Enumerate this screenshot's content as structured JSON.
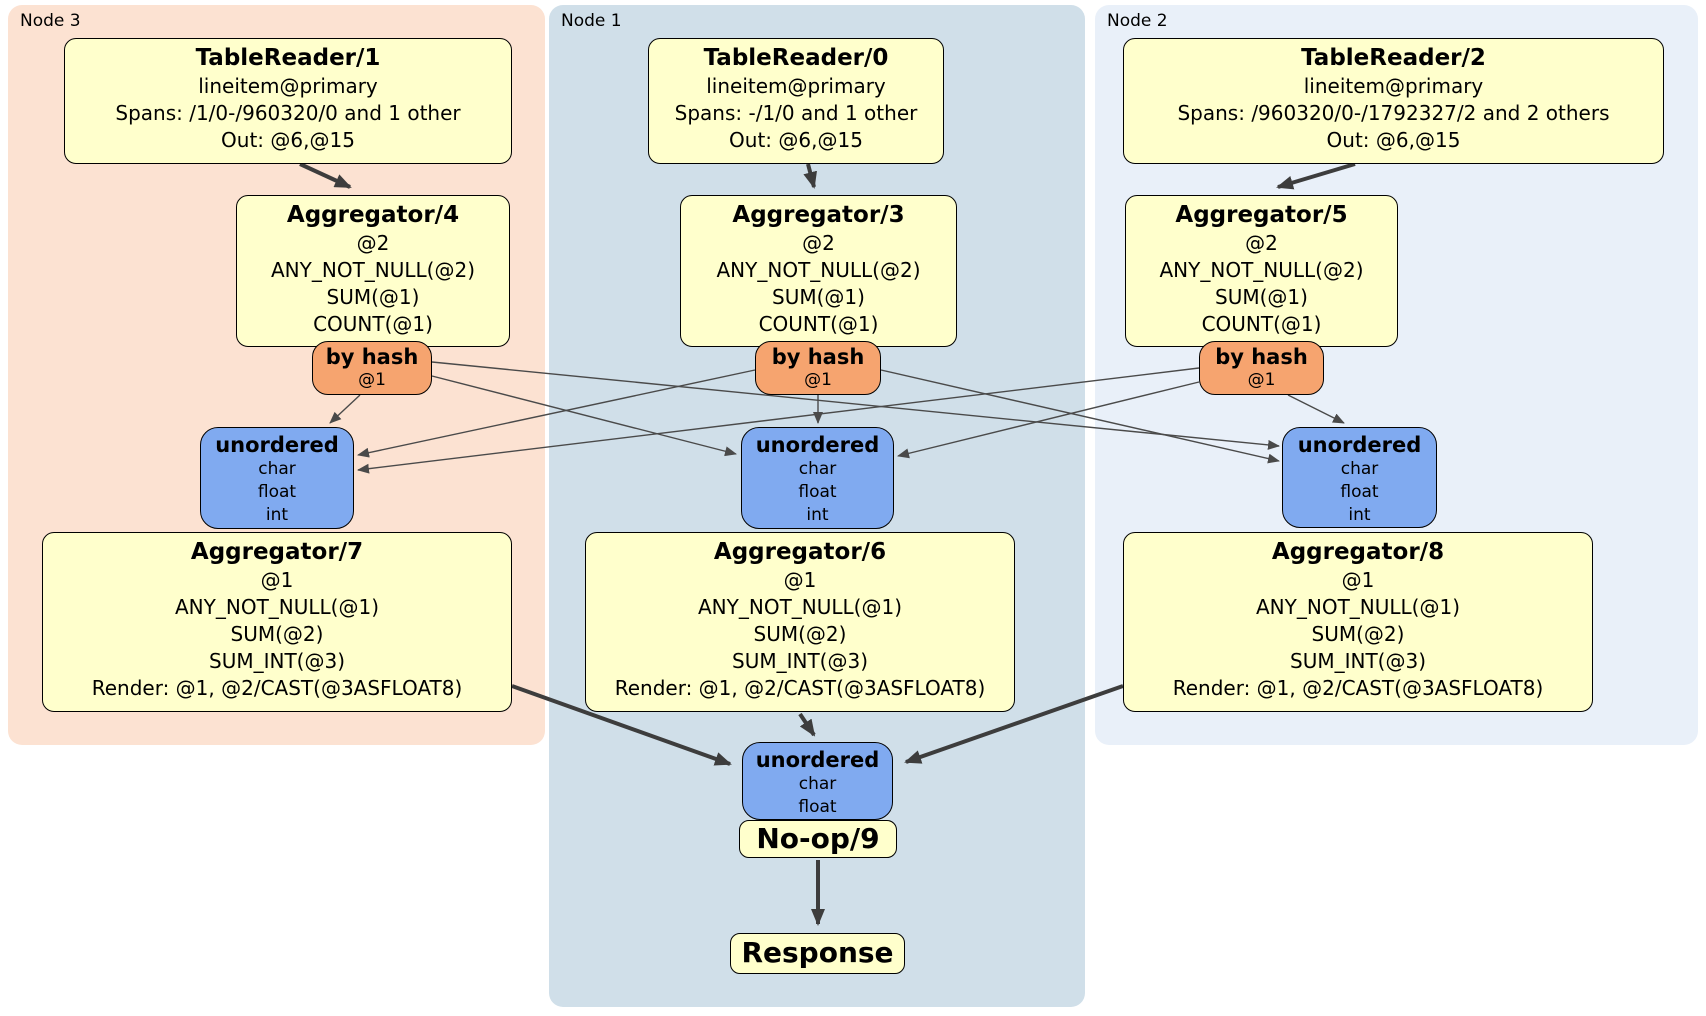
{
  "clusters": {
    "node3": {
      "label": "Node 3",
      "bg": "#fce2d2"
    },
    "node1": {
      "label": "Node 1",
      "bg": "#d0dfe9"
    },
    "node2": {
      "label": "Node 2",
      "bg": "#e9f0f9"
    }
  },
  "colors": {
    "processor_fill": "#ffffcc",
    "router_fill": "#f6a46f",
    "sync_fill": "#80aaf0",
    "edge": "#4a4a4a",
    "border": "#000000"
  },
  "processors": {
    "tr1": {
      "title": "TableReader/1",
      "lines": [
        "lineitem@primary",
        "Spans: /1/0-/960320/0 and 1 other",
        "Out: @6,@15"
      ]
    },
    "tr0": {
      "title": "TableReader/0",
      "lines": [
        "lineitem@primary",
        "Spans: -/1/0 and 1 other",
        "Out: @6,@15"
      ]
    },
    "tr2": {
      "title": "TableReader/2",
      "lines": [
        "lineitem@primary",
        "Spans: /960320/0-/1792327/2 and 2 others",
        "Out: @6,@15"
      ]
    },
    "agg4": {
      "title": "Aggregator/4",
      "lines": [
        "@2",
        "ANY_NOT_NULL(@2)",
        "SUM(@1)",
        "COUNT(@1)"
      ]
    },
    "agg3": {
      "title": "Aggregator/3",
      "lines": [
        "@2",
        "ANY_NOT_NULL(@2)",
        "SUM(@1)",
        "COUNT(@1)"
      ]
    },
    "agg5": {
      "title": "Aggregator/5",
      "lines": [
        "@2",
        "ANY_NOT_NULL(@2)",
        "SUM(@1)",
        "COUNT(@1)"
      ]
    },
    "agg7": {
      "title": "Aggregator/7",
      "lines": [
        "@1",
        "ANY_NOT_NULL(@1)",
        "SUM(@2)",
        "SUM_INT(@3)",
        "Render: @1, @2/CAST(@3ASFLOAT8)"
      ]
    },
    "agg6": {
      "title": "Aggregator/6",
      "lines": [
        "@1",
        "ANY_NOT_NULL(@1)",
        "SUM(@2)",
        "SUM_INT(@3)",
        "Render: @1, @2/CAST(@3ASFLOAT8)"
      ]
    },
    "agg8": {
      "title": "Aggregator/8",
      "lines": [
        "@1",
        "ANY_NOT_NULL(@1)",
        "SUM(@2)",
        "SUM_INT(@3)",
        "Render: @1, @2/CAST(@3ASFLOAT8)"
      ]
    },
    "noop": {
      "title": "No-op/9"
    },
    "response": {
      "title": "Response"
    }
  },
  "routers": {
    "left": {
      "title": "by hash",
      "detail": "@1"
    },
    "center": {
      "title": "by hash",
      "detail": "@1"
    },
    "right": {
      "title": "by hash",
      "detail": "@1"
    }
  },
  "syncs": {
    "left": {
      "title": "unordered",
      "types": [
        "char",
        "float",
        "int"
      ]
    },
    "center": {
      "title": "unordered",
      "types": [
        "char",
        "float",
        "int"
      ]
    },
    "right": {
      "title": "unordered",
      "types": [
        "char",
        "float",
        "int"
      ]
    },
    "final": {
      "title": "unordered",
      "types": [
        "char",
        "float"
      ]
    }
  }
}
